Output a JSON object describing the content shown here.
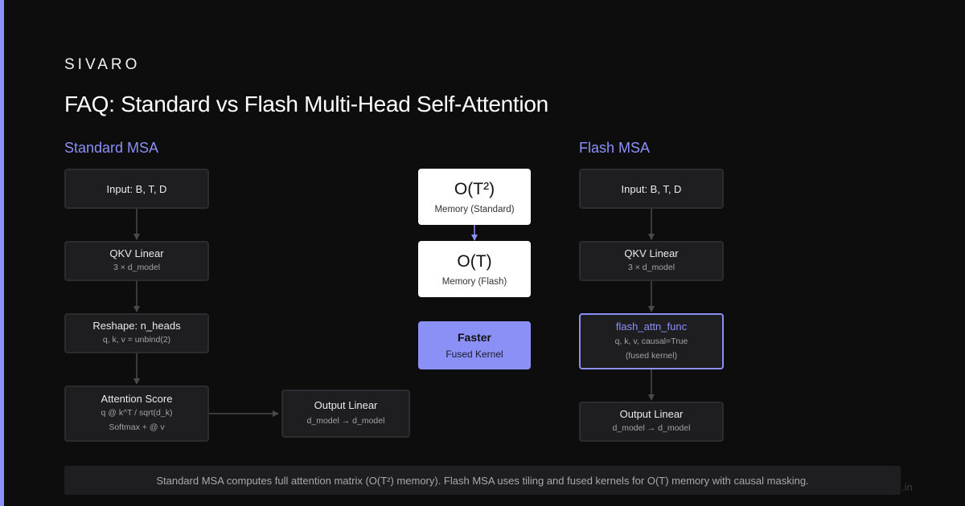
{
  "brand": "SIVARO",
  "title": "FAQ: Standard vs Flash Multi-Head Self-Attention",
  "standard": {
    "label": "Standard MSA",
    "input": {
      "main": "Input: B, T, D"
    },
    "qkv": {
      "main": "QKV Linear",
      "sub": "3 × d_model"
    },
    "reshape": {
      "main": "Reshape: n_heads",
      "sub": "q, k, v = unbind(2)"
    },
    "attention": {
      "main": "Attention Score",
      "sub1": "q @ k^T / sqrt(d_k)",
      "sub2": "Softmax + @ v"
    },
    "output": {
      "main": "Output Linear",
      "sub": "d_model → d_model"
    }
  },
  "comparison": {
    "standard_memory": {
      "big": "O(T²)",
      "small": "Memory (Standard)"
    },
    "flash_memory": {
      "big": "O(T)",
      "small": "Memory (Flash)"
    },
    "faster": {
      "big": "Faster",
      "small": "Fused Kernel"
    }
  },
  "flash": {
    "label": "Flash MSA",
    "input": {
      "main": "Input: B, T, D"
    },
    "qkv": {
      "main": "QKV Linear",
      "sub": "3 × d_model"
    },
    "flash_attn": {
      "main": "flash_attn_func",
      "sub1": "q, k, v, causal=True",
      "sub2": "(fused kernel)"
    },
    "output": {
      "main": "Output Linear",
      "sub": "d_model → d_model"
    }
  },
  "footer": "Standard MSA computes full attention matrix (O(T²) memory). Flash MSA uses tiling and fused kernels for O(T) memory with causal masking.",
  "corner_mark": ".in",
  "colors": {
    "accent": "#8b90f7",
    "background": "#0d0d0d",
    "box": "#1e1e20",
    "box_border": "#2c2c2e"
  }
}
